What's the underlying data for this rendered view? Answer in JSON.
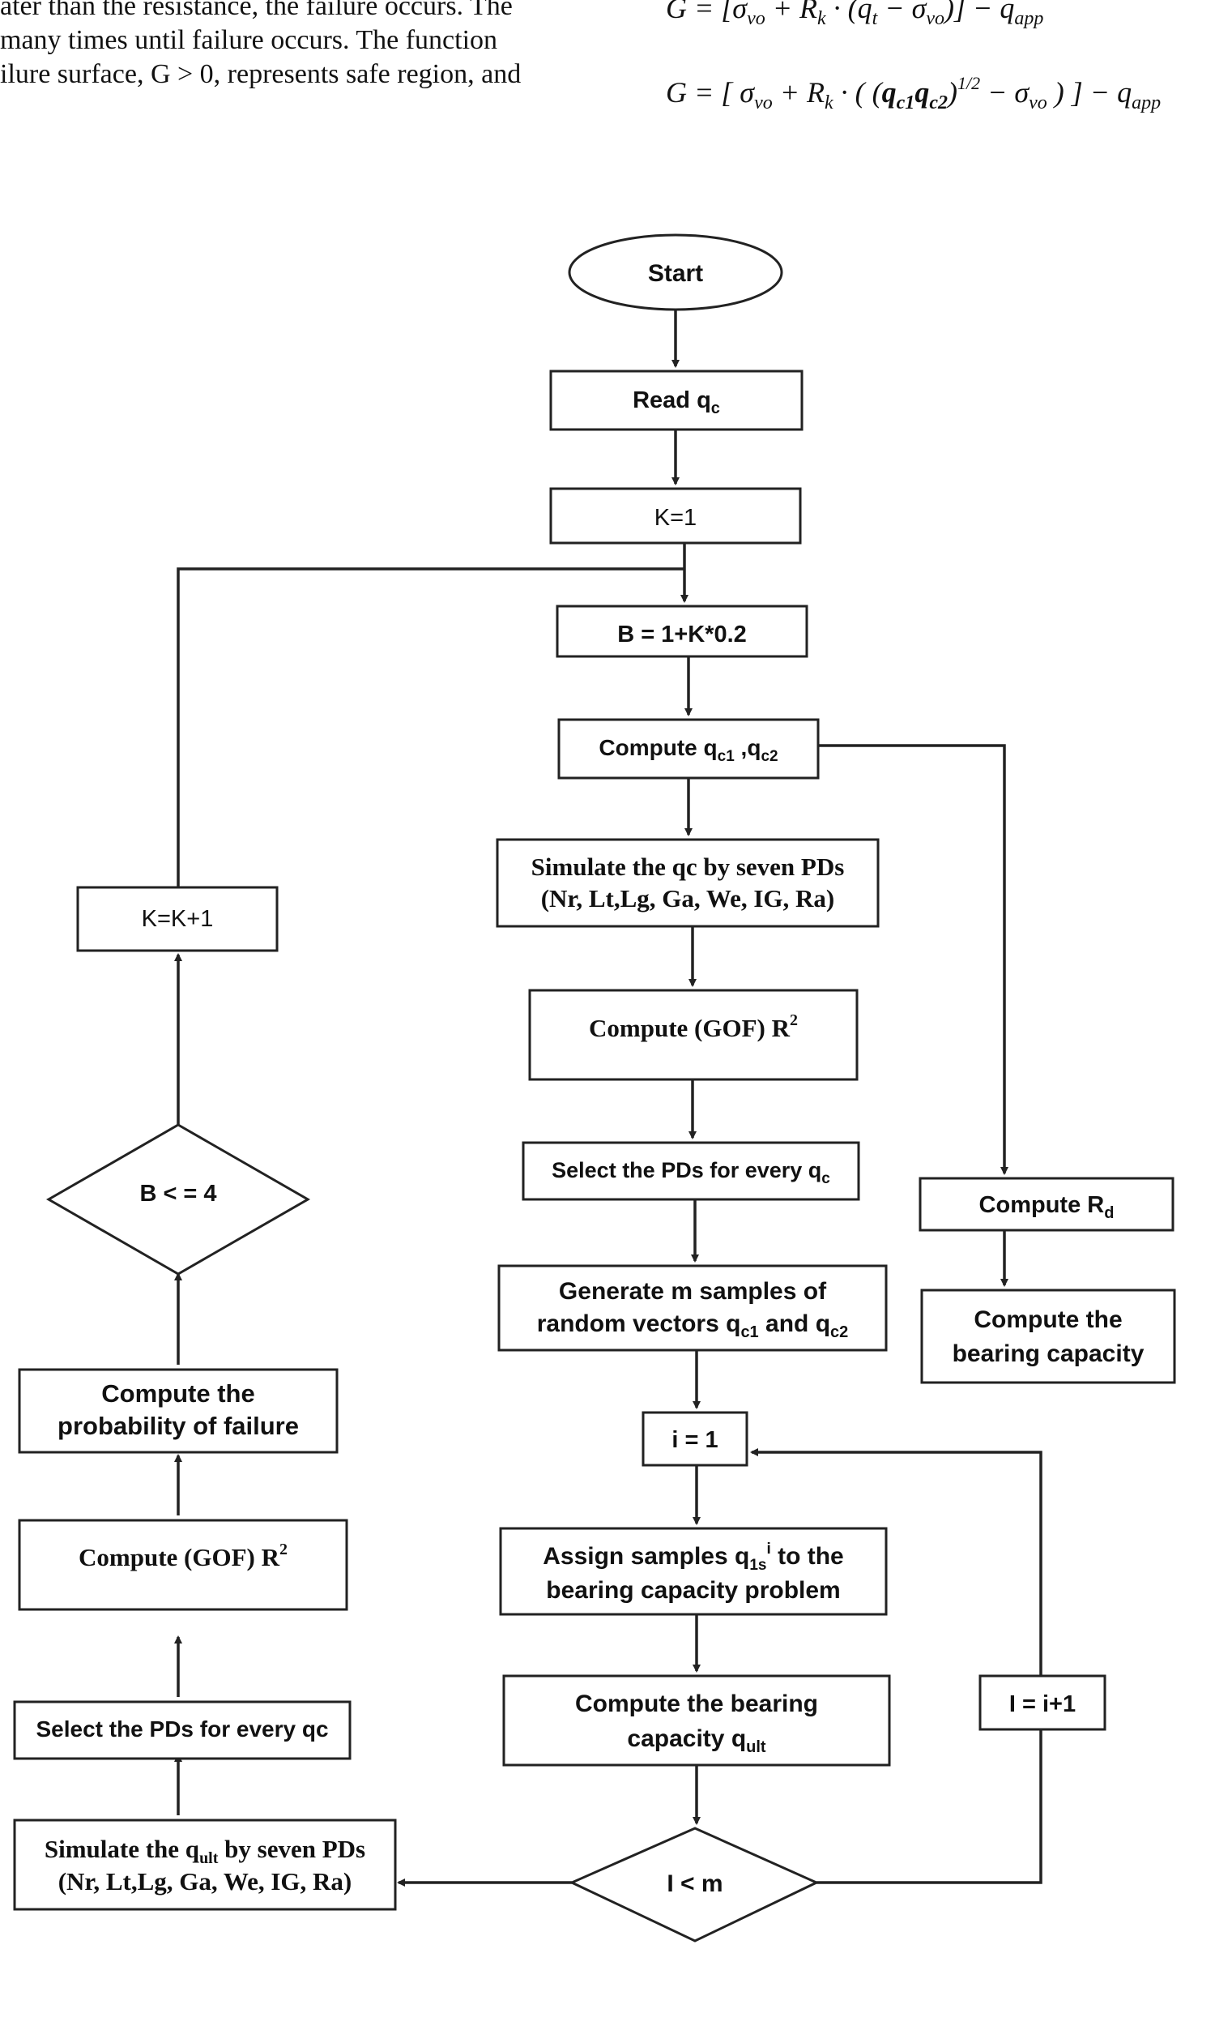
{
  "header": {
    "line1": "ater than the resistance, the failure occurs. The",
    "line2": "many times until failure occurs. The function",
    "line3": "ilure surface, G > 0, represents safe region, and",
    "eq1": "G = [σ vo + R k · (q t − σ vo)] − q app",
    "eq2": "G = [ σ vo + R k · ( (q c1 q c2) 1/2 − σ vo ) ] − q app"
  },
  "flow": {
    "start": "Start",
    "read": {
      "main": "Read q",
      "sub": "c"
    },
    "k1": "K=1",
    "b": "B = 1+K*0.2",
    "compute_qc": {
      "main": "Compute q",
      "sub1": "c1",
      "mid": " ,q",
      "sub2": "c2"
    },
    "simulate_qc": {
      "line1": "Simulate the qc by seven PDs",
      "line2": "(Nr, Lt,Lg, Ga, We, IG, Ra)"
    },
    "gof_center": {
      "main": "Compute (GOF) R",
      "sup": "2"
    },
    "select_center": {
      "main": "Select the PDs for every q",
      "sub": "c"
    },
    "generate": {
      "line1": "Generate m samples of",
      "line2_main": "random vectors q",
      "line2_sub1": "c1",
      "line2_mid": " and q",
      "line2_sub2": "c2"
    },
    "i1": "i = 1",
    "assign": {
      "line1_main": "Assign samples q",
      "line1_sub": "1s",
      "line1_sup": "i",
      "line1_end": " to the",
      "line2": "bearing capacity problem"
    },
    "compute_bearing": {
      "line1": "Compute the bearing",
      "line2_main": "capacity q",
      "line2_sub": "ult"
    },
    "i_lt_m": "I < m",
    "i_inc": "I = i+1",
    "compute_rd": {
      "main": "Compute R",
      "sub": "d"
    },
    "compute_capacity": {
      "line1": "Compute the",
      "line2": "bearing capacity"
    },
    "kk1": "K=K+1",
    "b_le4": "B < = 4",
    "prob_failure": {
      "line1": "Compute the",
      "line2": "probability of failure"
    },
    "gof_left": {
      "main": "Compute (GOF) R",
      "sup": "2"
    },
    "select_left": "Select the PDs for every qc",
    "simulate_qult": {
      "line1_main": "Simulate the q",
      "line1_sub": "ult",
      "line1_end": " by seven PDs",
      "line2": "(Nr, Lt,Lg, Ga, We, IG, Ra)"
    }
  }
}
